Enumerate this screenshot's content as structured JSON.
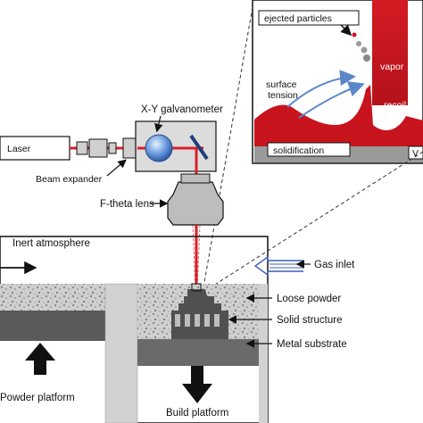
{
  "labels": {
    "laser": "Laser",
    "beam_expander": "Beam expander",
    "galvanometer": "X-Y galvanometer",
    "ftheta": "F-theta lens",
    "inert": "Inert atmosphere",
    "gas_inlet": "Gas inlet",
    "loose_powder": "Loose powder",
    "solid_structure": "Solid structure",
    "metal_substrate": "Metal substrate",
    "powder_platform": "Powder platform",
    "build_platform": "Build platform"
  },
  "inset": {
    "ejected": "ejected particles",
    "vapor": "vapor",
    "surface_tension": "surface\ntension",
    "recoil": "recoil",
    "solidification": "solidification",
    "edge_label": "V"
  },
  "colors": {
    "laser_beam": "#d91e2a",
    "melt": "#c8141c",
    "chamber_fill": "#ffffff",
    "powder_dark": "#5a5a5a",
    "metal_substrate": "#6a6a6a",
    "gas_arrow": "#3f5fb8",
    "flow_arrow": "#5b86c9"
  }
}
